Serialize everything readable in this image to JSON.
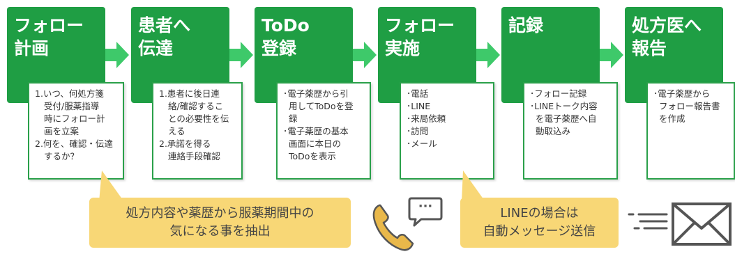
{
  "steps": [
    {
      "title": [
        "フォロー",
        "計画"
      ],
      "body": [
        "1.いつ、何処方箋",
        "受付/服薬指導",
        "時にフォロー計",
        "画を立案",
        "2.何を、確認・伝達",
        "するか？"
      ]
    },
    {
      "title": [
        "患者へ",
        "伝達"
      ],
      "body": [
        "1.患者に後日連",
        "絡/確認するこ",
        "との必要性を伝",
        "える",
        "2.承諾を得る",
        "連絡手段確認"
      ]
    },
    {
      "title": [
        "ToDo",
        "登録"
      ],
      "body": [
        "･電子薬歴から引",
        "用してToDoを登",
        "録",
        "･電子薬歴の基本",
        "画面に本日の",
        "ToDoを表示"
      ]
    },
    {
      "title": [
        "フォロー",
        "実施"
      ],
      "body": [
        "･電話",
        "･LINE",
        "･来局依頼",
        "･訪問",
        "･メール"
      ]
    },
    {
      "title": [
        "記録"
      ],
      "body": [
        "･フォロー記録",
        "･LINEトーク内容",
        "を電子薬歴へ自",
        "動取込み"
      ]
    },
    {
      "title": [
        "処方医へ",
        "報告"
      ],
      "body": [
        "･電子薬歴から",
        "フォロー報告書",
        "を作成"
      ]
    }
  ],
  "callouts": [
    {
      "lines": [
        "処方内容や薬歴から服薬期間中の",
        "気になる事を抽出"
      ]
    },
    {
      "lines": [
        "LINEの場合は",
        "自動メッセージ送信"
      ]
    }
  ],
  "phone_bubble_text": "···",
  "colors": {
    "green": "#1f9e44",
    "arrow": "#3ec96a",
    "callout": "#f8d776",
    "icon": "#e9b84a",
    "icon_outline": "#555555"
  }
}
